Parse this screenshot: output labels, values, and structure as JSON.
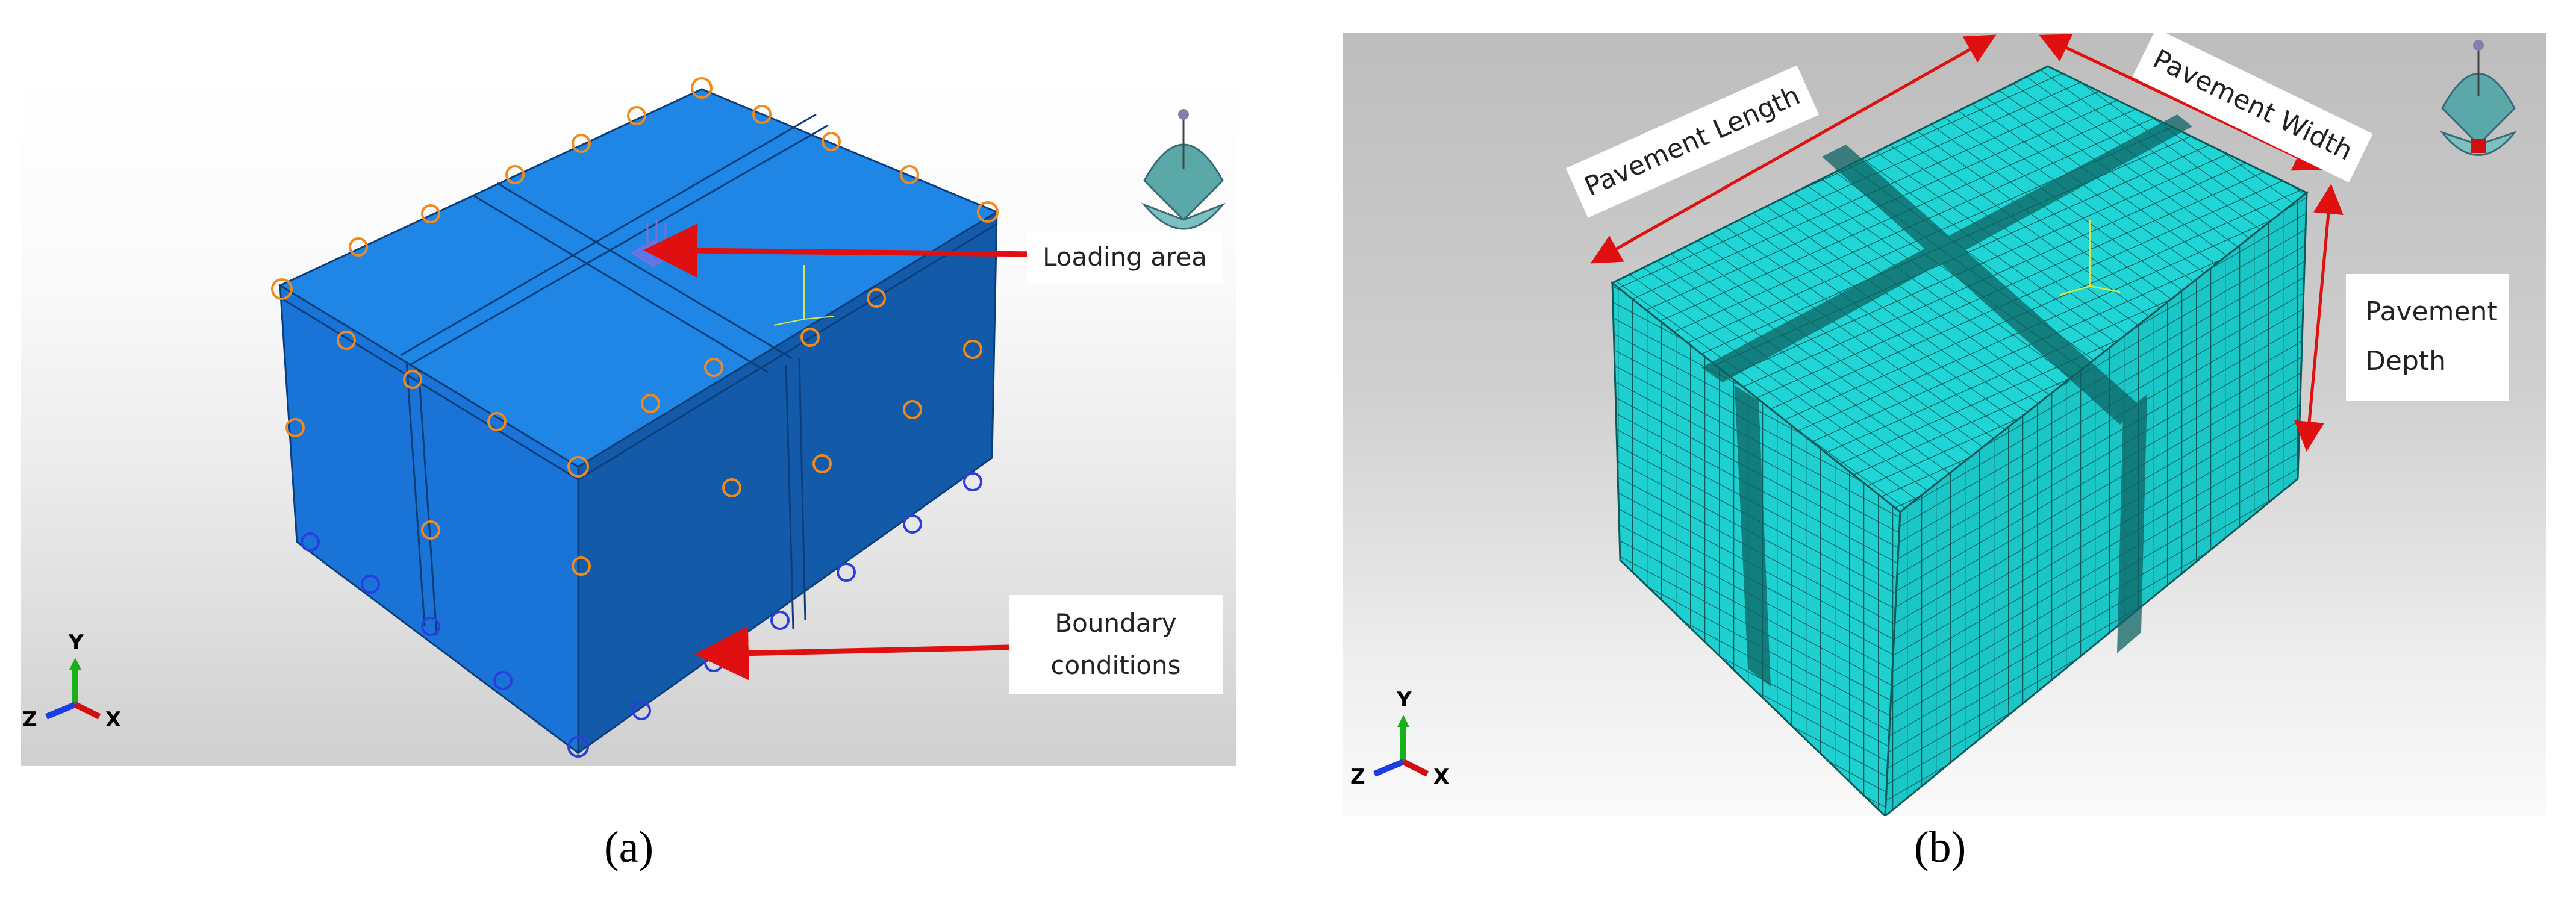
{
  "panel_a": {
    "caption": "(a)",
    "callouts": {
      "loading_area": "Loading area",
      "boundary_line1": "Boundary",
      "boundary_line2": "conditions"
    },
    "triad": {
      "y": "Y",
      "z": "Z",
      "x": "X"
    }
  },
  "panel_b": {
    "caption": "(b)",
    "dimension_labels": {
      "length": "Pavement Length",
      "width": "Pavement Width",
      "depth_line1": "Pavement",
      "depth_line2": "Depth"
    },
    "triad": {
      "y": "Y",
      "z": "Z",
      "x": "X"
    }
  },
  "colors": {
    "model_top": "#1f86e6",
    "model_front": "#1a6fd0",
    "model_side": "#125aa8",
    "mesh_fill": "#1ed3d3",
    "mesh_line": "#0d4f4f",
    "arrow_red": "#e01010",
    "constraint_orange": "#f08a1c",
    "constraint_blue": "#2a3ee0"
  }
}
